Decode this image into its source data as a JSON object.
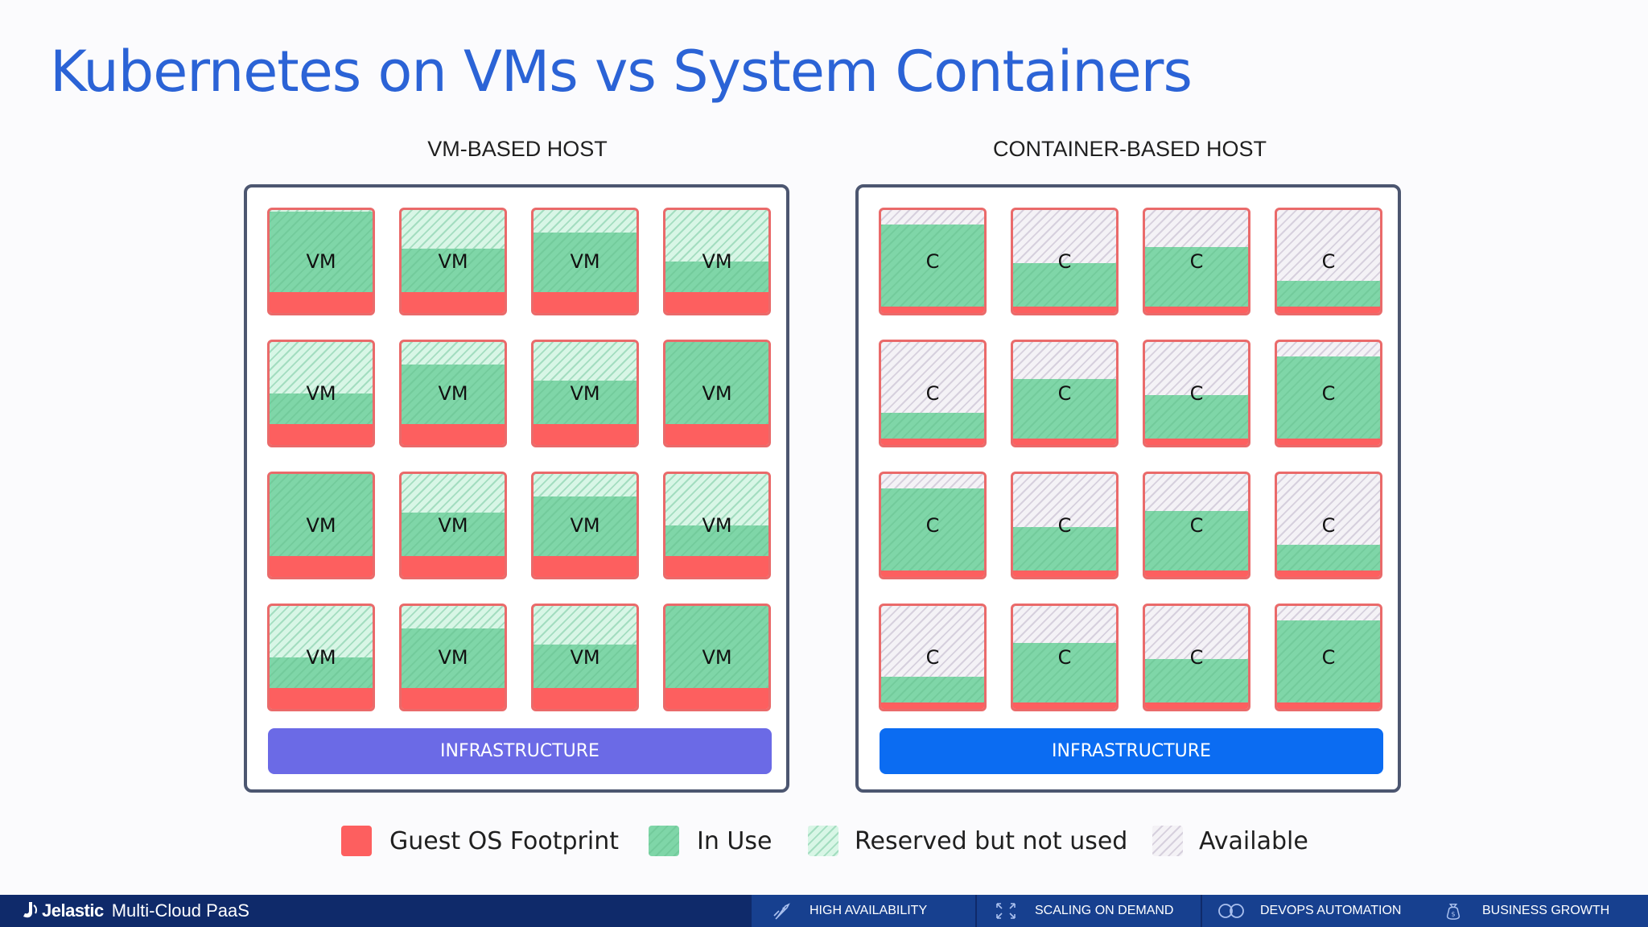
{
  "title": "Kubernetes on VMs vs System Containers",
  "hosts": [
    {
      "label": "VM-BASED HOST",
      "infrastructure": "INFRASTRUCTURE",
      "infra_color": "#6b6ae6",
      "cell_type": "reserved",
      "cells": [
        {
          "label": "VM",
          "in_use": 0.78,
          "os": 0.2
        },
        {
          "label": "VM",
          "in_use": 0.42,
          "os": 0.2
        },
        {
          "label": "VM",
          "in_use": 0.58,
          "os": 0.2
        },
        {
          "label": "VM",
          "in_use": 0.3,
          "os": 0.2
        },
        {
          "label": "VM",
          "in_use": 0.3,
          "os": 0.2
        },
        {
          "label": "VM",
          "in_use": 0.58,
          "os": 0.2
        },
        {
          "label": "VM",
          "in_use": 0.42,
          "os": 0.2
        },
        {
          "label": "VM",
          "in_use": 0.8,
          "os": 0.2
        },
        {
          "label": "VM",
          "in_use": 0.8,
          "os": 0.2
        },
        {
          "label": "VM",
          "in_use": 0.42,
          "os": 0.2
        },
        {
          "label": "VM",
          "in_use": 0.58,
          "os": 0.2
        },
        {
          "label": "VM",
          "in_use": 0.3,
          "os": 0.2
        },
        {
          "label": "VM",
          "in_use": 0.3,
          "os": 0.2
        },
        {
          "label": "VM",
          "in_use": 0.58,
          "os": 0.2
        },
        {
          "label": "VM",
          "in_use": 0.42,
          "os": 0.2
        },
        {
          "label": "VM",
          "in_use": 0.8,
          "os": 0.2
        }
      ]
    },
    {
      "label": "CONTAINER-BASED HOST",
      "infrastructure": "INFRASTRUCTURE",
      "infra_color": "#0b6cf2",
      "cell_type": "available",
      "cells": [
        {
          "label": "C",
          "in_use": 0.8,
          "os": 0.06
        },
        {
          "label": "C",
          "in_use": 0.42,
          "os": 0.06
        },
        {
          "label": "C",
          "in_use": 0.58,
          "os": 0.06
        },
        {
          "label": "C",
          "in_use": 0.25,
          "os": 0.06
        },
        {
          "label": "C",
          "in_use": 0.25,
          "os": 0.06
        },
        {
          "label": "C",
          "in_use": 0.58,
          "os": 0.06
        },
        {
          "label": "C",
          "in_use": 0.42,
          "os": 0.06
        },
        {
          "label": "C",
          "in_use": 0.8,
          "os": 0.06
        },
        {
          "label": "C",
          "in_use": 0.8,
          "os": 0.06
        },
        {
          "label": "C",
          "in_use": 0.42,
          "os": 0.06
        },
        {
          "label": "C",
          "in_use": 0.58,
          "os": 0.06
        },
        {
          "label": "C",
          "in_use": 0.25,
          "os": 0.06
        },
        {
          "label": "C",
          "in_use": 0.25,
          "os": 0.06
        },
        {
          "label": "C",
          "in_use": 0.58,
          "os": 0.06
        },
        {
          "label": "C",
          "in_use": 0.42,
          "os": 0.06
        },
        {
          "label": "C",
          "in_use": 0.8,
          "os": 0.06
        }
      ]
    }
  ],
  "legend": [
    {
      "label": "Guest OS Footprint",
      "swatch": "os"
    },
    {
      "label": "In Use",
      "swatch": "inuse"
    },
    {
      "label": "Reserved but not used",
      "swatch": "reserved"
    },
    {
      "label": "Available",
      "swatch": "available"
    }
  ],
  "colors": {
    "os": "#fd5f5f",
    "inuse": "#7fd6a8",
    "reserved": "#d8f6e6",
    "available": "#f4f2f6",
    "footer": "#0f2a6a",
    "footer_tab": "#17408f"
  },
  "footer": {
    "brand": "Jelastic",
    "tagline": "Multi-Cloud PaaS",
    "tabs": [
      {
        "label": "HIGH AVAILABILITY",
        "icon": "rocket-icon"
      },
      {
        "label": "SCALING ON DEMAND",
        "icon": "scaling-icon"
      },
      {
        "label": "DEVOPS AUTOMATION",
        "icon": "infinity-icon"
      },
      {
        "label": "BUSINESS GROWTH",
        "icon": "money-bag-icon"
      }
    ]
  }
}
